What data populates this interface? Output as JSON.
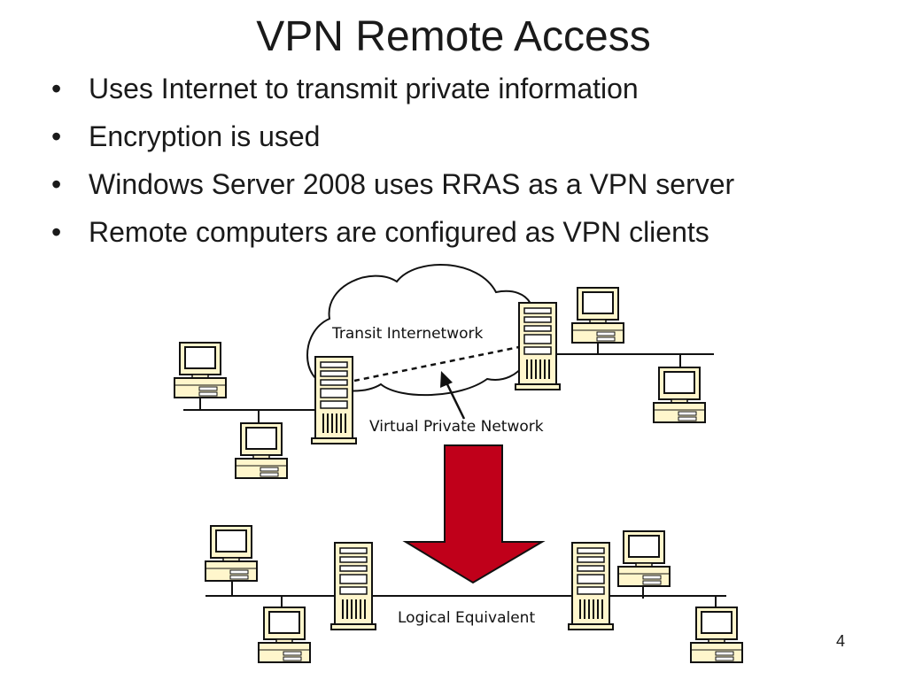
{
  "slide": {
    "title": "VPN Remote Access",
    "bullet_marker": "•",
    "bullets": [
      "Uses Internet to transmit private information",
      "Encryption is used",
      "Windows Server 2008 uses RRAS as a VPN server",
      "Remote computers are configured as VPN clients"
    ],
    "page_number": "4"
  },
  "diagram": {
    "cloud_label": "Transit Internetwork",
    "vpn_label": "Virtual Private Network",
    "logical_label": "Logical Equivalent",
    "arrow_color": "#c0001a",
    "icons": {
      "computer": "desktop-computer-icon",
      "server": "tower-server-icon",
      "cloud": "cloud-icon"
    }
  }
}
